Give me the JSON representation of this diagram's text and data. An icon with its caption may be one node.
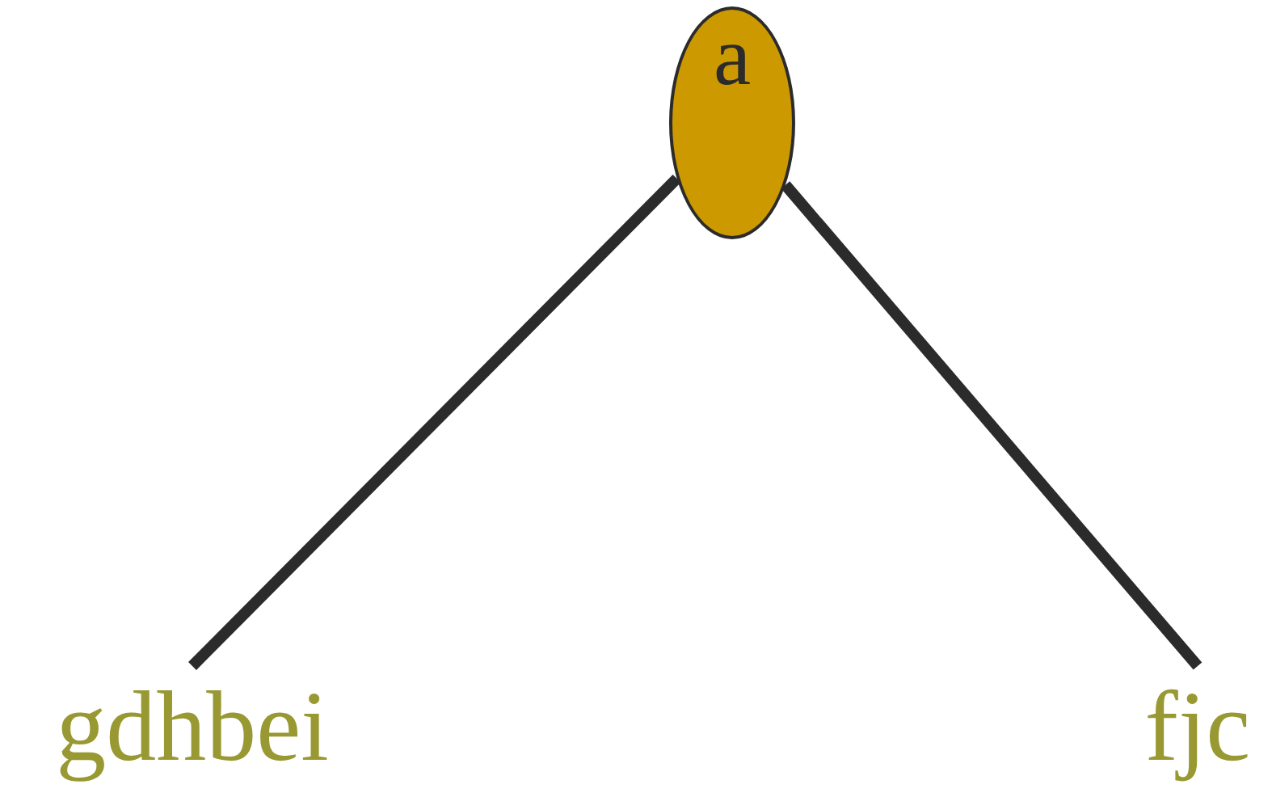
{
  "diagram": {
    "nodes": [
      {
        "text": [
          "a"
        ]
      },
      {
        "text": [
          "gdhbei"
        ]
      },
      {
        "text": [
          "fjc"
        ]
      }
    ],
    "edges": [
      {
        "from": 0,
        "to": 1,
        "arrow": "none"
      },
      {
        "from": 0,
        "to": 2,
        "arrow": "none"
      }
    ]
  }
}
